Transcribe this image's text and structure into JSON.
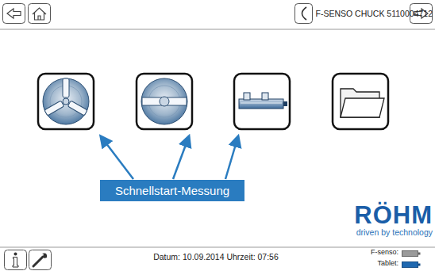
{
  "diagram": {
    "nodes": [
      {
        "text": [
          "Schnellstart-Messung"
        ]
      }
    ],
    "labels": [
      "F-SENSO CHUCK 5110004712",
      "RÖHM",
      "driven by technology",
      "Datum: 10.09.2014 Uhrzeit: 07:56",
      "F-senso:",
      "Tablet:"
    ]
  }
}
